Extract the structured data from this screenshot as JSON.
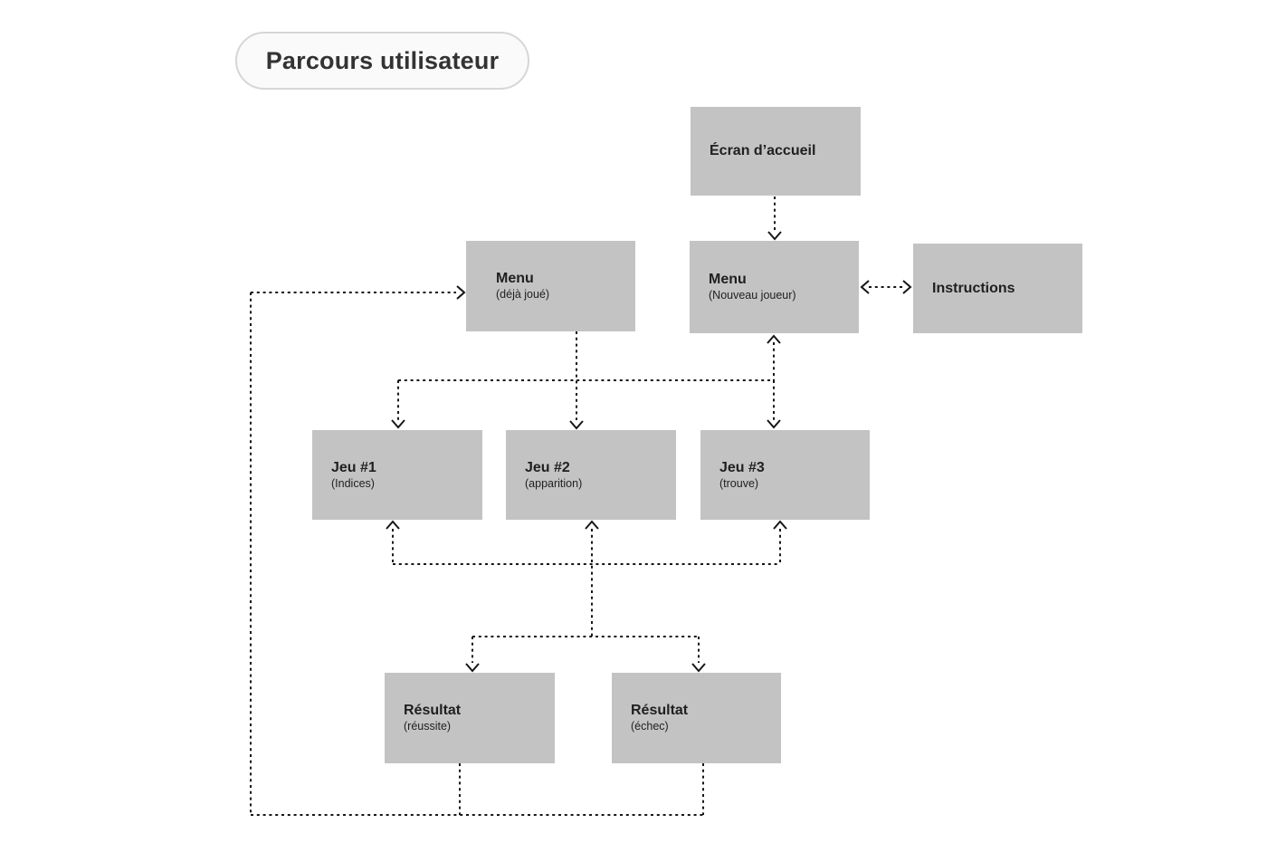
{
  "page_title": "Parcours utilisateur",
  "nodes": {
    "ecran_accueil": {
      "title": "Écran d’accueil"
    },
    "menu_deja_joue": {
      "title": "Menu",
      "subtitle": "(déjà joué)"
    },
    "menu_nouveau_joueur": {
      "title": "Menu",
      "subtitle": "(Nouveau joueur)"
    },
    "instructions": {
      "title": "Instructions"
    },
    "jeu_1": {
      "title": "Jeu #1",
      "subtitle": "(Indices)"
    },
    "jeu_2": {
      "title": "Jeu #2",
      "subtitle": "(apparition)"
    },
    "jeu_3": {
      "title": "Jeu #3",
      "subtitle": "(trouve)"
    },
    "resultat_reussite": {
      "title": "Résultat",
      "subtitle": "(réussite)"
    },
    "resultat_echec": {
      "title": "Résultat",
      "subtitle": "(échec)"
    }
  },
  "edges": [
    {
      "from": "ecran_accueil",
      "to": "menu_nouveau_joueur",
      "arrows": "to",
      "style": "dashed"
    },
    {
      "from": "menu_nouveau_joueur",
      "to": "instructions",
      "arrows": "both",
      "style": "dashed"
    },
    {
      "from": "menu_deja_joue",
      "to": "jeu_1",
      "arrows": "to",
      "style": "dashed",
      "via": "distribution-line"
    },
    {
      "from": "menu_deja_joue",
      "to": "jeu_2",
      "arrows": "to",
      "style": "dashed",
      "via": "distribution-line"
    },
    {
      "from": "menu_deja_joue",
      "to": "jeu_3",
      "arrows": "to",
      "style": "dashed",
      "via": "distribution-line"
    },
    {
      "from": "distribution-line",
      "to": "menu_nouveau_joueur",
      "arrows": "to",
      "style": "dashed"
    },
    {
      "from": "return-line",
      "to": "jeu_1",
      "arrows": "to",
      "style": "dashed"
    },
    {
      "from": "return-line",
      "to": "jeu_2",
      "arrows": "to",
      "style": "dashed"
    },
    {
      "from": "return-line",
      "to": "jeu_3",
      "arrows": "to",
      "style": "dashed"
    },
    {
      "from": "jeu_2",
      "to": "resultat_reussite",
      "arrows": "to",
      "style": "dashed",
      "via": "split-line"
    },
    {
      "from": "jeu_2",
      "to": "resultat_echec",
      "arrows": "to",
      "style": "dashed",
      "via": "split-line"
    },
    {
      "from": "resultat_reussite",
      "to": "menu_deja_joue",
      "arrows": "to",
      "style": "dashed",
      "via": "bottom-loop"
    },
    {
      "from": "resultat_echec",
      "to": "menu_deja_joue",
      "arrows": "to",
      "style": "dashed",
      "via": "bottom-loop"
    }
  ],
  "colors": {
    "background": "#ffffff",
    "node_fill": "#c3c3c3",
    "text": "#1f1f1f",
    "line": "#161616",
    "pill_bg": "#fafafa",
    "pill_border": "#d6d6d6"
  }
}
